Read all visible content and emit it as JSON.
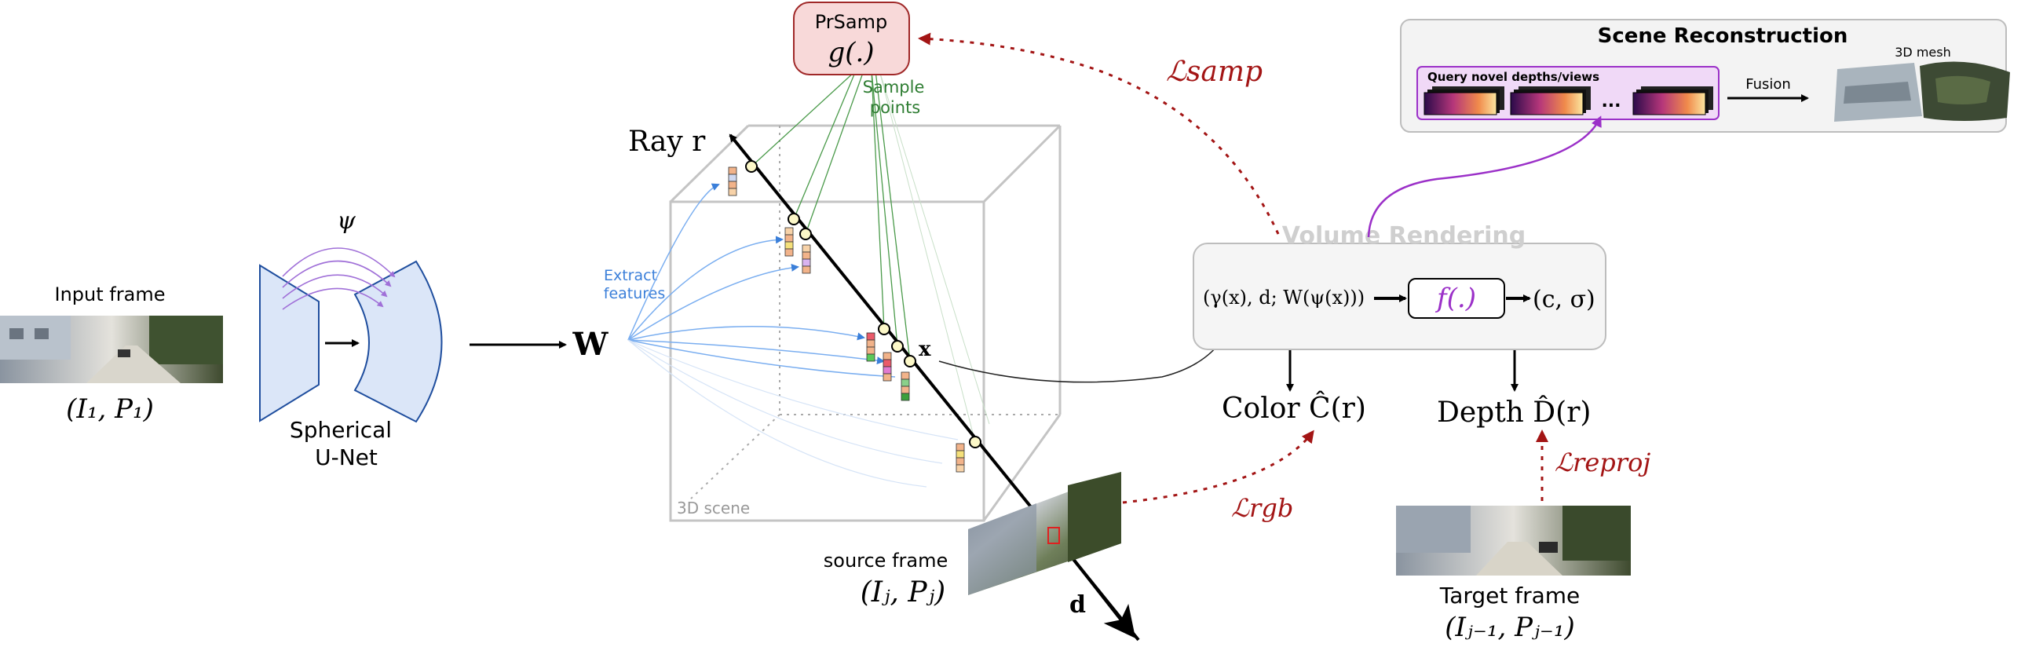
{
  "input": {
    "label": "Input frame",
    "math": "(I₁, P₁)"
  },
  "unet": {
    "label_line1": "Spherical",
    "label_line2": "U-Net",
    "psi": "ψ"
  },
  "feature_W": "W",
  "prsamp": {
    "label": "PrSamp",
    "func": "g(.)"
  },
  "sample_points_line1": "Sample",
  "sample_points_line2": "points",
  "ray_label": "Ray r",
  "extract_line1": "Extract",
  "extract_line2": "features",
  "scene_label": "3D scene",
  "x_label": "x",
  "d_label": "d",
  "source_frame": {
    "label": "source frame",
    "math": "(Iⱼ, Pⱼ)"
  },
  "losses": {
    "samp": "ℒsamp",
    "rgb": "ℒrgb",
    "reproj": "ℒreproj"
  },
  "volume_rendering": {
    "title": "Volume Rendering",
    "input_expr": "(γ(x), d; W(ψ(x)))",
    "func": "f(.)",
    "output": "(c, σ)"
  },
  "color_output": "Color Ĉ(r)",
  "depth_output": "Depth D̂(r)",
  "target_frame": {
    "label": "Target frame",
    "math": "(Iⱼ₋₁, Pⱼ₋₁)"
  },
  "scene_reconstruction": {
    "title": "Scene Reconstruction",
    "query_label": "Query novel depths/views",
    "ellipsis": "...",
    "fusion": "Fusion",
    "mesh_label": "3D mesh"
  },
  "colors": {
    "unet_fill": "#dbe6f8",
    "unet_stroke": "#1f4e9e",
    "prsamp_fill": "#f8d9d9",
    "prsamp_stroke": "#a02828",
    "loss_red": "#a31515",
    "extract_blue": "#3b7fd9",
    "sample_green": "#2e7d32",
    "purple": "#9b30c8",
    "box_gray": "#c4c4c4"
  }
}
